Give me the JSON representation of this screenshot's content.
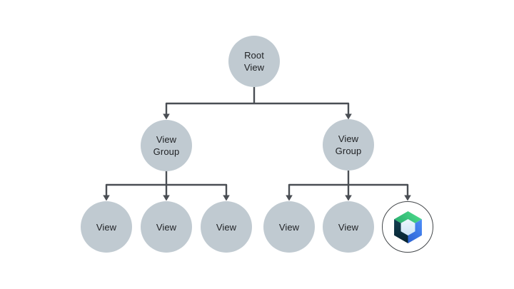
{
  "diagram": {
    "nodes": {
      "root": {
        "label": "Root\nView"
      },
      "group_left": {
        "label": "View\nGroup"
      },
      "group_right": {
        "label": "View\nGroup"
      },
      "view_left_1": {
        "label": "View"
      },
      "view_left_2": {
        "label": "View"
      },
      "view_left_3": {
        "label": "View"
      },
      "view_right_1": {
        "label": "View"
      },
      "view_right_2": {
        "label": "View"
      },
      "compose": {
        "icon": "jetpack-compose-logo"
      }
    },
    "colors": {
      "node_fill": "#C0CAD1",
      "connector": "#4A4E54",
      "text": "#1F2124",
      "background": "#FFFFFF",
      "compose_ring": "#43474A",
      "compose_green": "#3DDC84",
      "compose_blue": "#4285F4",
      "compose_navy": "#0B3140",
      "compose_hexagon": "#D8EBFA"
    }
  }
}
